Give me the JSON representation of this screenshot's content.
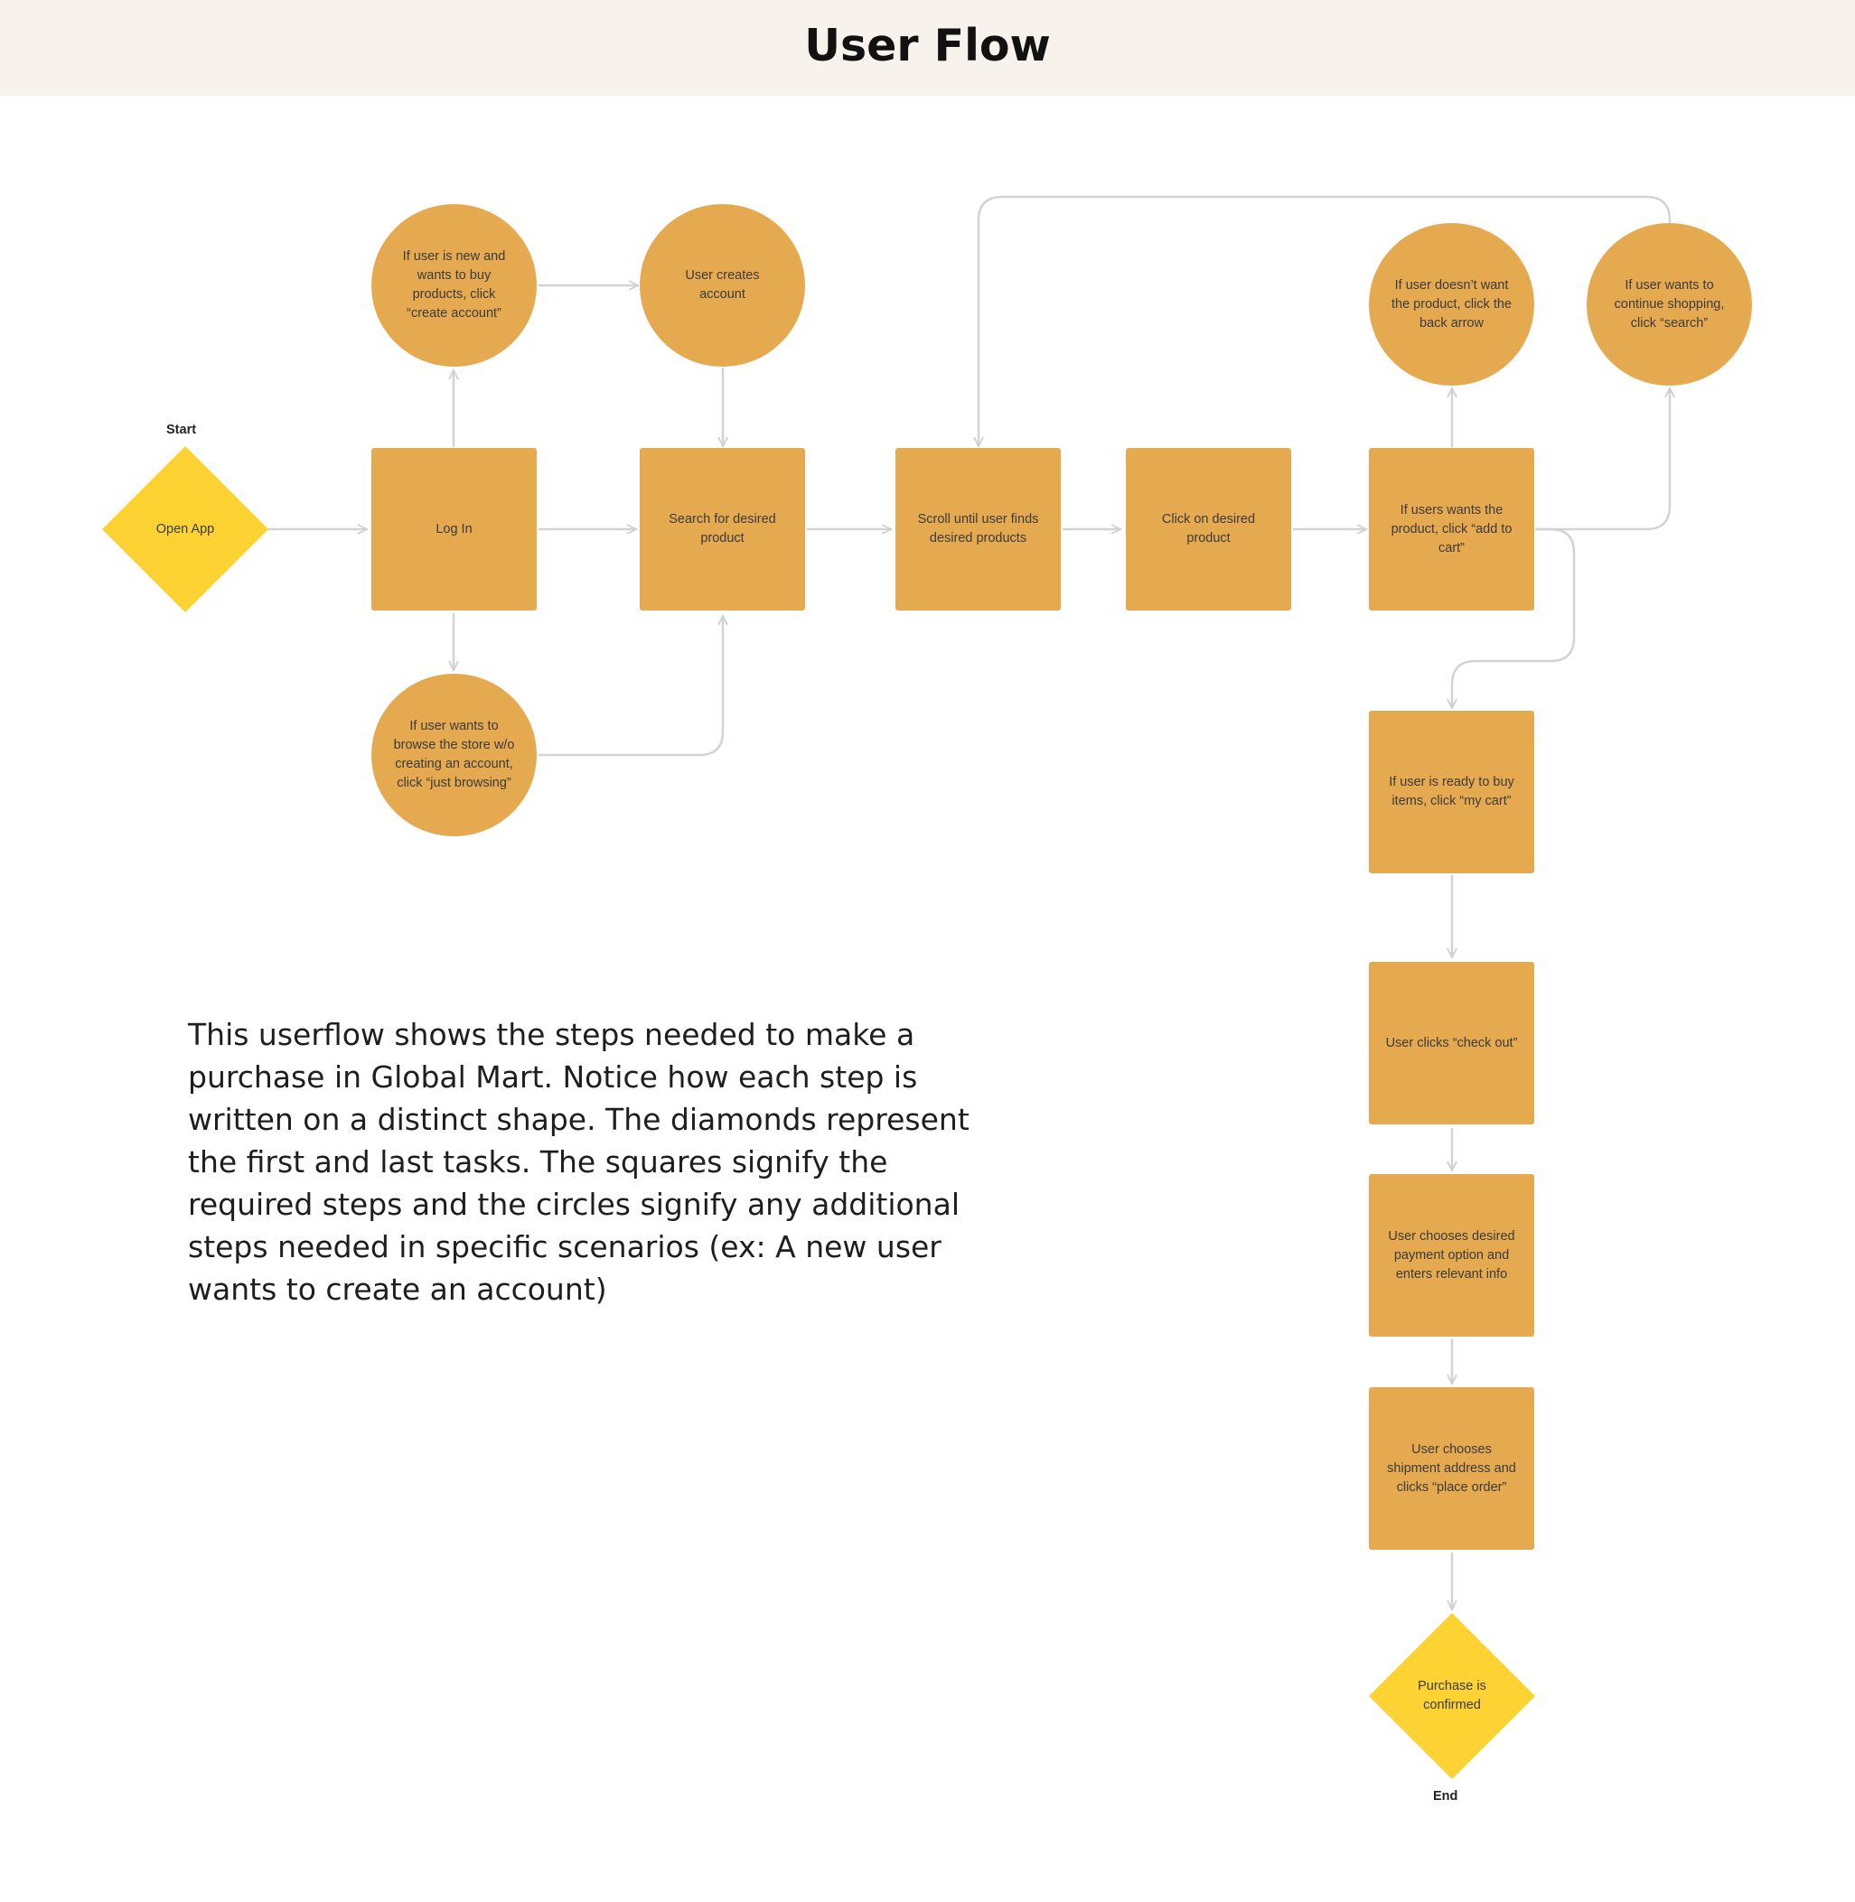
{
  "title": "User Flow",
  "labels": {
    "start": "Start",
    "end": "End"
  },
  "nodes": {
    "open_app": "Open App",
    "log_in": "Log In",
    "create_account_condition": "If user is new and wants to buy products, click “create account”",
    "user_creates_account": "User creates account",
    "just_browsing": "If user wants to browse the store w/o creating an account, click “just browsing”",
    "search_product": "Search for desired product",
    "scroll_products": "Scroll until user finds desired products",
    "click_product": "Click on desired product",
    "add_to_cart": "If users wants the product, click “add to cart”",
    "back_arrow": "If user doesn’t want the product, click the back arrow",
    "continue_shopping": "If user wants to continue shopping, click “search”",
    "my_cart": "If user is ready to buy items, click “my cart”",
    "check_out": "User clicks “check out”",
    "payment": "User chooses desired payment option and enters relevant info",
    "shipment": "User chooses shipment address and clicks “place order”",
    "purchase_confirmed": "Purchase is confirmed"
  },
  "description": "This userflow shows the steps needed to make a purchase in Global Mart. Notice how each step is written on a distinct shape. The diamonds represent the first and last tasks. The squares signify the required steps and the circles signify any additional steps needed in specific scenarios (ex: A new user wants to create an account)",
  "colors": {
    "step": "#e5a94f",
    "terminal": "#fdd334",
    "connector": "#d3d3d3",
    "header": "#f8f2ec"
  }
}
